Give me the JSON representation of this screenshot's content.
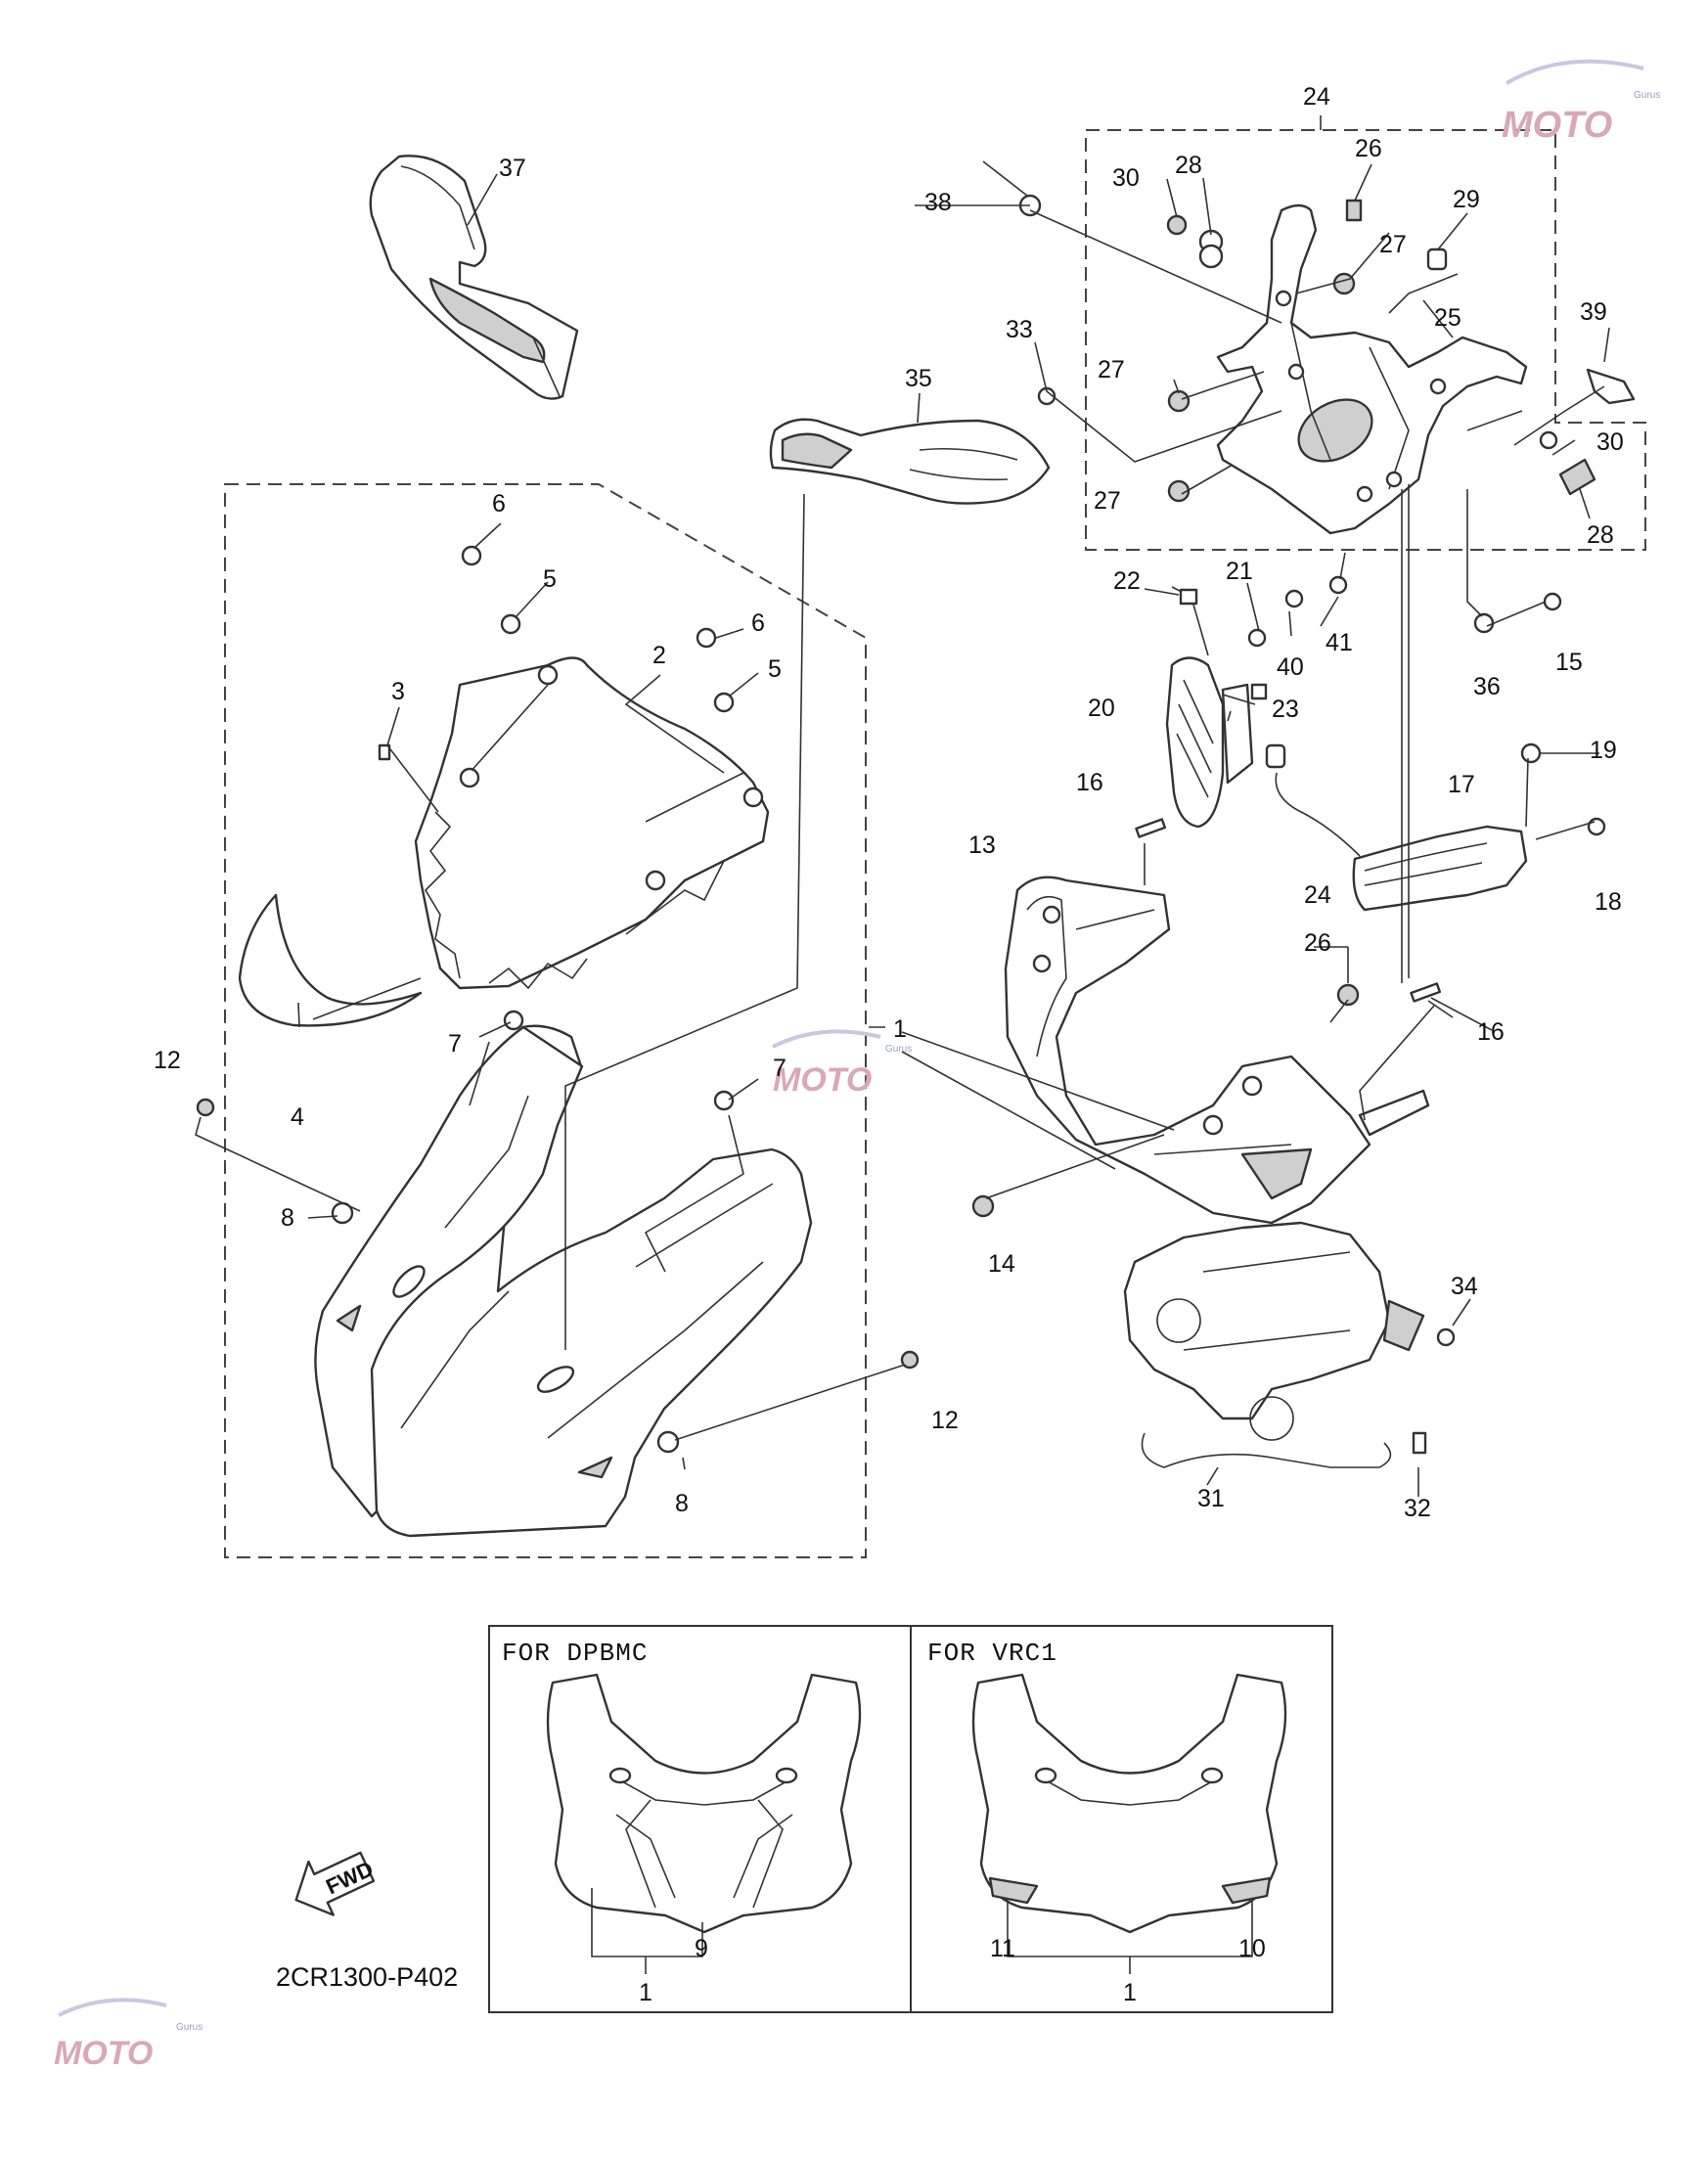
{
  "callouts": {
    "n1a": "1",
    "n1b": "1",
    "n1c": "1",
    "n2": "2",
    "n3": "3",
    "n4": "4",
    "n5a": "5",
    "n5b": "5",
    "n6a": "6",
    "n6b": "6",
    "n7a": "7",
    "n7b": "7",
    "n8a": "8",
    "n8b": "8",
    "n9": "9",
    "n10": "10",
    "n11": "11",
    "n12a": "12",
    "n12b": "12",
    "n13": "13",
    "n14": "14",
    "n15": "15",
    "n16a": "16",
    "n16b": "16",
    "n17": "17",
    "n18": "18",
    "n19": "19",
    "n20": "20",
    "n21": "21",
    "n22": "22",
    "n23": "23",
    "n24a": "24",
    "n24b": "24",
    "n25": "25",
    "n26a": "26",
    "n26b": "26",
    "n27a": "27",
    "n27b": "27",
    "n27c": "27",
    "n28a": "28",
    "n28b": "28",
    "n29": "29",
    "n30a": "30",
    "n30b": "30",
    "n31": "31",
    "n32": "32",
    "n33": "33",
    "n34": "34",
    "n35": "35",
    "n36": "36",
    "n37": "37",
    "n38": "38",
    "n39": "39",
    "n40": "40",
    "n41": "41"
  },
  "variants": {
    "left_label": "FOR  DPBMC",
    "right_label": "FOR  VRC1"
  },
  "fwd_label": "FWD",
  "diagram_code": "2CR1300-P402",
  "watermark": {
    "text": "MOTO",
    "subtext": "Gurus"
  }
}
